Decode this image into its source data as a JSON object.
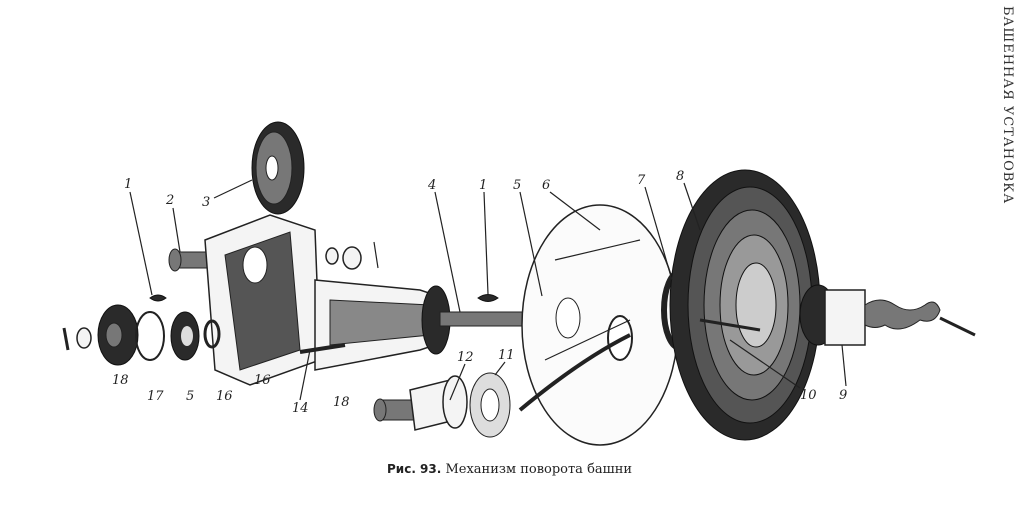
{
  "side_header": "БАШЕННАЯ УСТАНОВКА",
  "caption": {
    "number": "Рис. 93.",
    "title": "Механизм поворота башни"
  },
  "labels": [
    "1",
    "2",
    "3",
    "4",
    "1",
    "5",
    "6",
    "7",
    "8",
    "18",
    "17",
    "5",
    "16",
    "16",
    "14",
    "18",
    "12",
    "11",
    "10",
    "9"
  ]
}
